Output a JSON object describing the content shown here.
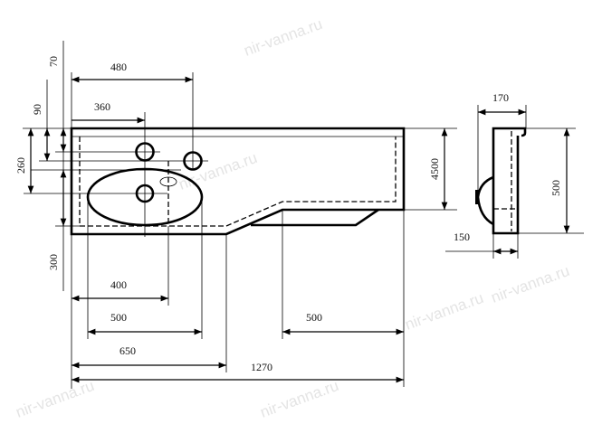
{
  "watermark": "nir-vanna.ru",
  "front_view": {
    "dimensions": {
      "d480": "480",
      "d360": "360",
      "d70": "70",
      "d90": "90",
      "d260": "260",
      "d300": "300",
      "d400": "400",
      "d500_left": "500",
      "d650": "650",
      "d1270": "1270",
      "d500_right": "500",
      "d4500": "4500"
    }
  },
  "side_view": {
    "dimensions": {
      "d170": "170",
      "d500": "500",
      "d150": "150"
    }
  }
}
